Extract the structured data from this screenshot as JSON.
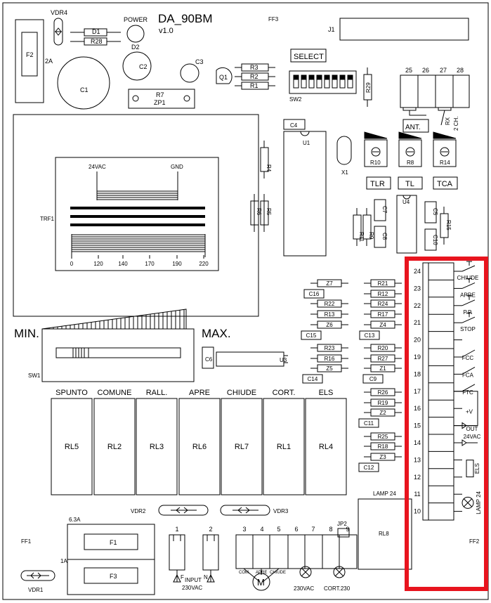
{
  "title": "DA_90BM",
  "version": "v1.0",
  "labels": {
    "vdr4": "VDR4",
    "power": "POWER",
    "ff3": "FF3",
    "j1": "J1",
    "d1": "D1",
    "r28": "R28",
    "d2": "D2",
    "f2": "F2",
    "f2_rating": "2A",
    "c1": "C1",
    "c2": "C2",
    "c3": "C3",
    "q1": "Q1",
    "r3": "R3",
    "r2": "R2",
    "r1": "R1",
    "r7": "R7",
    "zp1": "ZP1",
    "select": "SELECT",
    "sw2": "SW2",
    "r29": "R29",
    "ant": "ANT.",
    "rx": "RX",
    "two_ch": "2 CH.",
    "c4": "C4",
    "u1": "U1",
    "x1": "X1",
    "r4": "R4",
    "r10": "R10",
    "r8": "R8",
    "r14": "R14",
    "tlr": "TLR",
    "tl": "TL",
    "tca": "TCA",
    "r6": "R6",
    "r5": "R5",
    "r11": "R11",
    "r9": "R9",
    "c7": "C7",
    "c8": "C8",
    "u4": "U4",
    "c5": "C5",
    "c10": "C10",
    "r15": "R15",
    "trf1": "TRF1",
    "trf_24vac": "24VAC",
    "trf_gnd": "GND",
    "min": "MIN.",
    "max": "MAX.",
    "sw1": "SW1",
    "c6": "C6",
    "u3": "U3",
    "z7": "Z7",
    "c16": "C16",
    "r22": "R22",
    "r13": "R13",
    "z6": "Z6",
    "c15": "C15",
    "r23": "R23",
    "r16": "R16",
    "z5": "Z5",
    "c14": "C14",
    "r21": "R21",
    "r12": "R12",
    "r24": "R24",
    "r17": "R17",
    "z4": "Z4",
    "c13": "C13",
    "r20": "R20",
    "r27": "R27",
    "z1": "Z1",
    "c9": "C9",
    "r26": "R26",
    "r19": "R19",
    "z2": "Z2",
    "c11": "C11",
    "r25": "R25",
    "r18": "R18",
    "z3": "Z3",
    "c12": "C12",
    "vdr2": "VDR2",
    "vdr3": "VDR3",
    "jp2": "JP2",
    "lamp24_top": "LAMP 24",
    "rl8": "RL8",
    "ff2": "FF2",
    "ff1": "FF1",
    "f1_rating": "6.3A",
    "f3_rating": "1A",
    "f1": "F1",
    "f3": "F3",
    "vdr1": "VDR1",
    "pin_f": "F",
    "pin_n": "N",
    "input": "INPUT",
    "input_v": "230VAC",
    "com": "COM.",
    "apre_small": "APRE",
    "chiude_small": "CHIUDE",
    "motor": "M",
    "out_230": "230VAC",
    "cort230": "CORT.230"
  },
  "trf_scale": [
    "0",
    "120",
    "140",
    "170",
    "190",
    "220"
  ],
  "relays": [
    {
      "header": "SPUNTO",
      "name": "RL5"
    },
    {
      "header": "COMUNE",
      "name": "RL2"
    },
    {
      "header": "RALL.",
      "name": "RL3"
    },
    {
      "header": "APRE",
      "name": "RL6"
    },
    {
      "header": "CHIUDE",
      "name": "RL7"
    },
    {
      "header": "CORT.",
      "name": "RL1"
    },
    {
      "header": "ELS",
      "name": "RL4"
    }
  ],
  "top_terminals": [
    "25",
    "26",
    "27",
    "28"
  ],
  "bottom_terminals": [
    "1",
    "2",
    "3",
    "4",
    "5",
    "6",
    "7",
    "8",
    "9"
  ],
  "right_terminals": [
    "24",
    "23",
    "22",
    "21",
    "20",
    "19",
    "18",
    "17",
    "16",
    "15",
    "14",
    "13",
    "12",
    "11",
    "10"
  ],
  "io_labels": {
    "chiude": "CHIUDE",
    "apre": "APRE",
    "pp": "P.P.",
    "stop": "STOP",
    "fcc": "FCC",
    "fca": "FCA",
    "ftc": "FTC",
    "plus_v": "+V",
    "out": "OUT",
    "out_24vac": "24VAC",
    "els": "ELS",
    "lamp24": "LAMP 24"
  },
  "highlight_color": "#e8141e"
}
